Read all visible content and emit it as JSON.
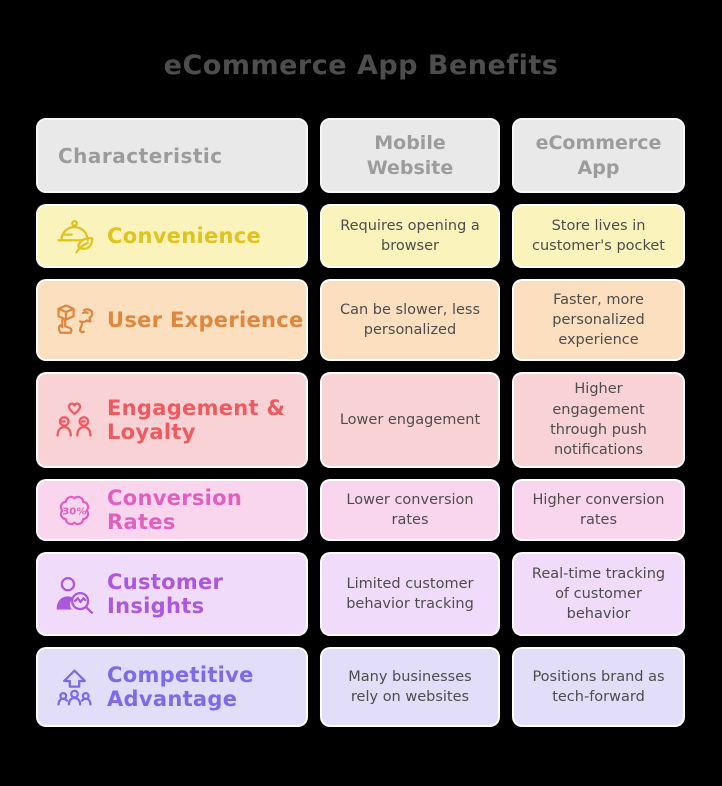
{
  "title": "eCommerce App Benefits",
  "colors": {
    "background": "#000000",
    "title_text": "#4d4d4d",
    "header_bg": "#e9e9e9",
    "header_text": "#9c9c9c",
    "cell_text": "#4d4d4d",
    "cell_border": "#ffffff"
  },
  "header": {
    "characteristic": "Characteristic",
    "mobile_website": "Mobile Website",
    "ecommerce_app": "eCommerce App"
  },
  "rows": [
    {
      "label": "Convenience",
      "icon": "cloche-leaf-icon",
      "accent": "#E2C31D",
      "bg": "#FAF3BC",
      "mobile_website": "Requires opening a browser",
      "ecommerce_app": "Store lives in customer's pocket"
    },
    {
      "label": "User Experience",
      "icon": "hand-cube-ux-icon",
      "accent": "#E0873E",
      "bg": "#FBDFBF",
      "mobile_website": "Can be slower, less personalized",
      "ecommerce_app": "Faster, more personalized experience"
    },
    {
      "label": "Engagement & Loyalty",
      "icon": "people-heart-icon",
      "accent": "#EE5A5F",
      "bg": "#F9D2D5",
      "mobile_website": "Lower engagement",
      "ecommerce_app": "Higher engagement through push notifications"
    },
    {
      "label": "Conversion Rates",
      "icon": "discount-badge-icon",
      "icon_text": "30%",
      "accent": "#E25FBF",
      "bg": "#FAD5EE",
      "mobile_website": "Lower conversion rates",
      "ecommerce_app": "Higher conversion rates"
    },
    {
      "label": "Customer Insights",
      "icon": "customer-magnifier-icon",
      "accent": "#AB57E0",
      "bg": "#F0DBFA",
      "mobile_website": "Limited customer behavior tracking",
      "ecommerce_app": "Real-time tracking of customer behavior"
    },
    {
      "label": "Competitive Advantage",
      "icon": "growth-arrow-people-icon",
      "accent": "#7D6AE6",
      "bg": "#E2DDF8",
      "mobile_website": "Many businesses rely on websites",
      "ecommerce_app": "Positions brand as tech-forward"
    }
  ]
}
